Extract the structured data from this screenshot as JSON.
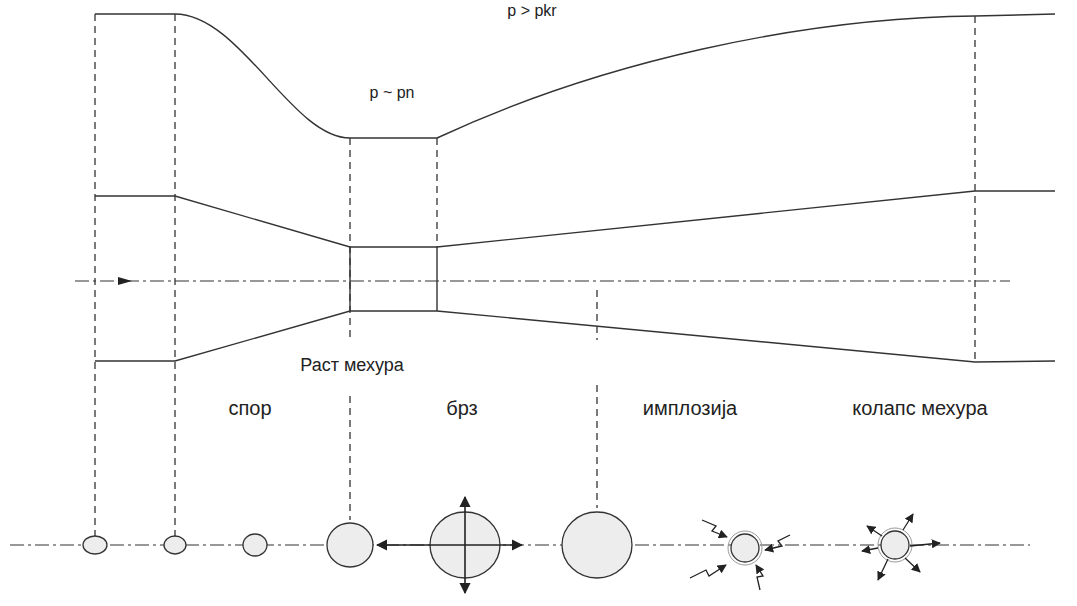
{
  "diagram": {
    "labels": [
      "p > pkr",
      "p ~ pn",
      "Раст мехура",
      "спор",
      "брз",
      "имплозија",
      "колапс мехура"
    ]
  }
}
